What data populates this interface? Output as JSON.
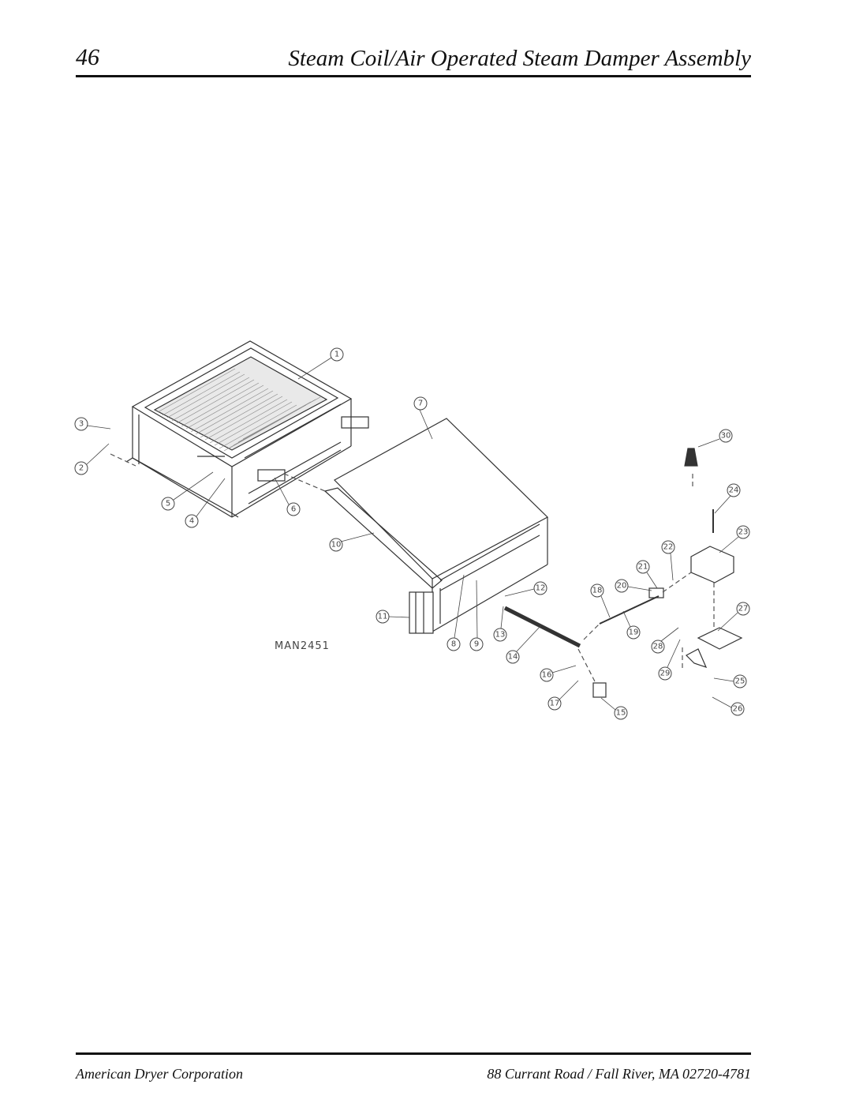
{
  "header": {
    "page_number": "46",
    "title": "Steam Coil/Air Operated Steam Damper Assembly"
  },
  "drawing": {
    "drawing_number": "MAN2451",
    "callouts": [
      "1",
      "2",
      "3",
      "4",
      "5",
      "6",
      "7",
      "8",
      "9",
      "10",
      "11",
      "12",
      "13",
      "14",
      "15",
      "16",
      "17",
      "18",
      "19",
      "20",
      "21",
      "22",
      "23",
      "24",
      "25",
      "26",
      "27",
      "28",
      "29",
      "30"
    ]
  },
  "footer": {
    "company": "American Dryer Corporation",
    "address": "88 Currant Road  /  Fall River, MA 02720-4781"
  }
}
